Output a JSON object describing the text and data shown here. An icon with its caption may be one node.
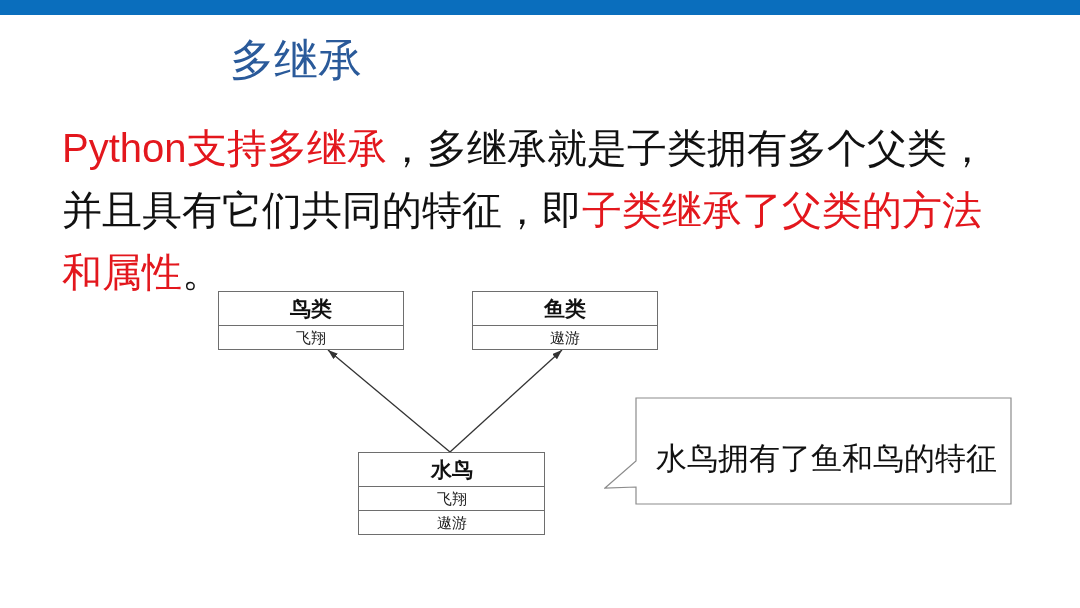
{
  "diagram": {
    "title": "多继承",
    "nodes": [
      {
        "text": [
          "鸟类",
          "飞翔"
        ]
      },
      {
        "text": [
          "鱼类",
          "遨游"
        ]
      },
      {
        "text": [
          "水鸟",
          "飞翔",
          "遨游"
        ]
      },
      {
        "text": [
          "水鸟拥有了鱼和鸟的特征"
        ]
      }
    ],
    "edges": [
      {
        "from": 2,
        "to": 0,
        "arrow": "to"
      },
      {
        "from": 2,
        "to": 1,
        "arrow": "to"
      }
    ],
    "labels": [
      "Python支持多继承",
      "，多继承就是子类拥有多个父类，并且具有它们共同的特征，即",
      "子类继承了父类的方法和属性",
      "。"
    ]
  }
}
